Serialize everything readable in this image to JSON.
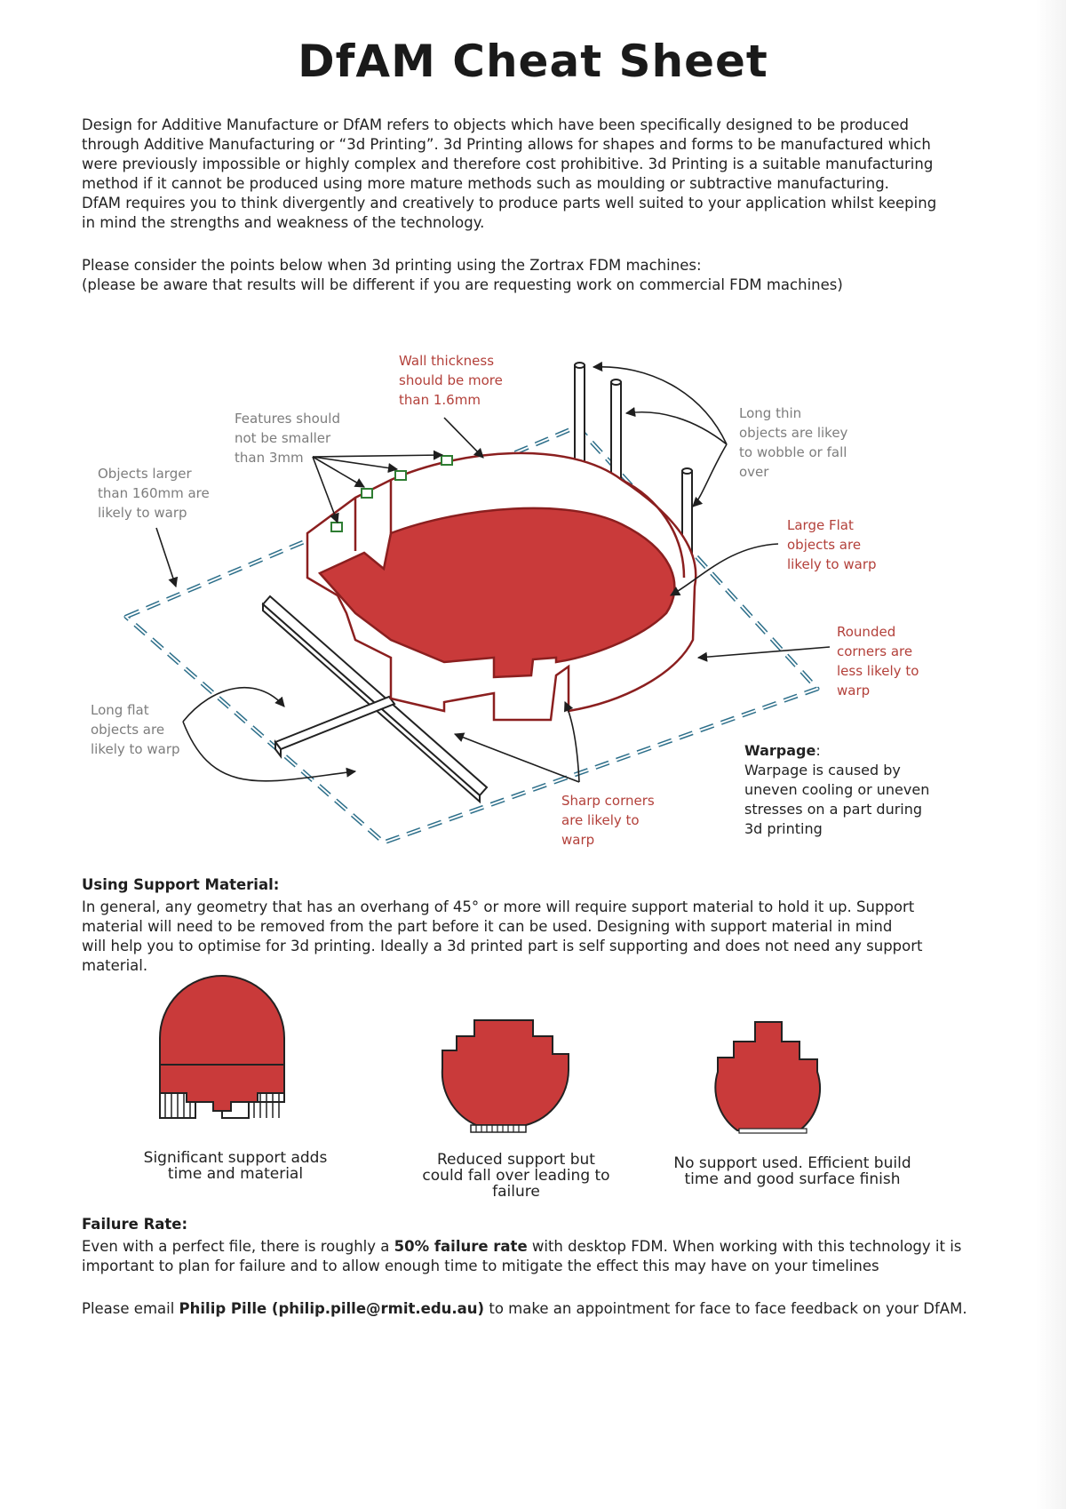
{
  "title": "DfAM Cheat Sheet",
  "intro_lines": [
    "Design for Additive Manufacture or DfAM refers to objects which have been specifically designed to be produced",
    "through Additive Manufacturing or “3d Printing”. 3d Printing allows for shapes and forms to be manufactured which",
    "were previously impossible or highly complex and therefore cost prohibitive. 3d Printing is a suitable manufacturing",
    "method if it cannot be produced using more mature methods such as moulding or subtractive manufacturing.",
    "DfAM requires you to think divergently and creatively to produce parts well suited to your application whilst keeping",
    "in mind the strengths and weakness of the technology."
  ],
  "consider_lines": [
    "Please consider the points below when 3d printing using the Zortrax FDM machines:",
    "(please be aware that results will be different if you are requesting work on commercial FDM machines)"
  ],
  "diagram": {
    "wall_thickness": [
      "Wall thickness",
      "should be more",
      "than 1.6mm"
    ],
    "features_small": [
      "Features should",
      "not be smaller",
      "than 3mm"
    ],
    "objects_larger": [
      "Objects larger",
      "than 160mm are",
      "likely to warp"
    ],
    "long_thin": [
      "Long thin",
      "objects are likey",
      "to wobble or fall",
      "over"
    ],
    "large_flat": [
      "Large Flat",
      "objects are",
      "likely to warp"
    ],
    "rounded_corners": [
      "Rounded",
      "corners are",
      "less likely to",
      "warp"
    ],
    "long_flat": [
      "Long flat",
      "objects are",
      "likely to warp"
    ],
    "sharp_corners": [
      "Sharp corners",
      "are likely to",
      "warp"
    ],
    "warpage_heading": "Warpage",
    "warpage_colon": ":",
    "warpage_lines": [
      "Warpage is caused by",
      "uneven cooling or uneven",
      "stresses on a part during",
      "3d printing"
    ]
  },
  "support": {
    "heading": "Using Support Material:",
    "lines": [
      "In general, any geometry that has an overhang of 45° or more will require support material to hold it up. Support",
      "material will need to be removed from the part before it can be used. Designing with support material in mind",
      "will help you to optimise for 3d printing. Ideally a 3d printed part is self supporting and does not need any support",
      "material."
    ],
    "captions": [
      [
        "Significant support adds",
        "time and material"
      ],
      [
        "Reduced support but",
        "could fall over leading to",
        "failure"
      ],
      [
        "No support used. Efficient  build",
        "time and good surface finish"
      ]
    ]
  },
  "failure": {
    "heading": "Failure Rate:",
    "line1_pre": "Even with a perfect file, there is roughly a ",
    "line1_bold": "50% failure rate",
    "line1_post": " with desktop FDM. When working with this technology it is",
    "line2": "important to plan for failure and to allow enough time to mitigate the effect this may have on your timelines",
    "email_pre": "Please email ",
    "email_bold": "Philip Pille (philip.pille@rmit.edu.au)",
    "email_post": " to make an appointment for face to face feedback on your DfAM."
  },
  "colors": {
    "part_red": "#c93a3a",
    "outline_red": "#8b1f1f",
    "boundary_blue": "#2d6f8a",
    "label_grey": "#7d7d7d",
    "label_red": "#b3403a"
  }
}
